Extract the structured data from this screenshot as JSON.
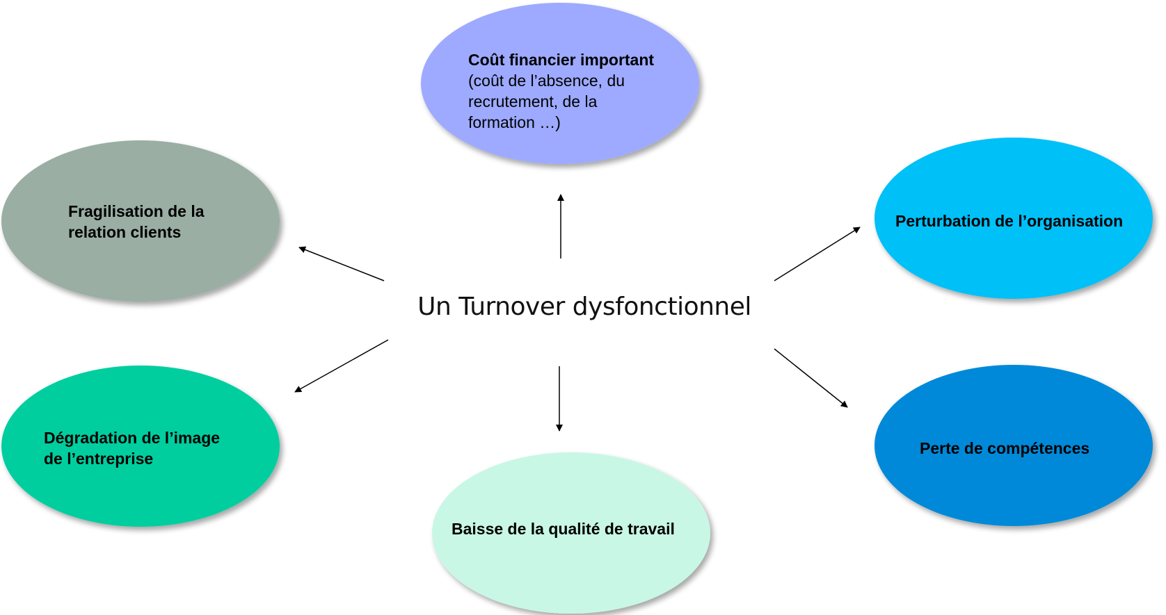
{
  "center": {
    "label": "Un Turnover dysfonctionnel"
  },
  "nodes": {
    "cout": {
      "title": "Coût financier important",
      "detail_1": "(coût de l’absence, du",
      "detail_2": "recrutement, de la",
      "detail_3": "formation …)",
      "color": "#9DAAFF"
    },
    "fragilisation": {
      "line_1": "Fragilisation de la",
      "line_2": "relation clients",
      "color": "#9AAEA3"
    },
    "perturbation": {
      "label": "Perturbation de l’organisation",
      "color": "#00C0F8"
    },
    "degradation": {
      "line_1": "Dégradation de l’image",
      "line_2": "de l’entreprise",
      "color": "#00CE9F"
    },
    "perte": {
      "label": "Perte de compétences",
      "color": "#0389D9"
    },
    "baisse": {
      "label": "Baisse de la qualité de travail",
      "color": "#C8F7E6"
    }
  }
}
